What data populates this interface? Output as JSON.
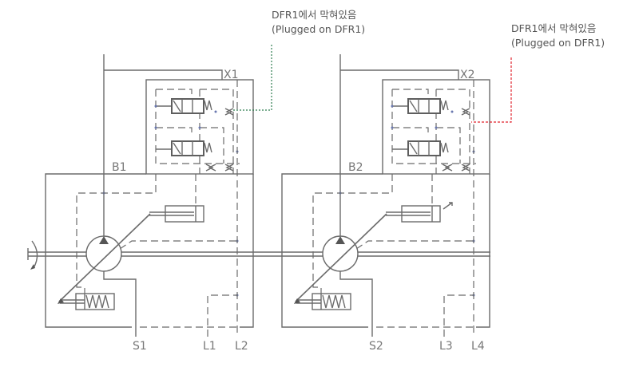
{
  "units": [
    {
      "port_x": "X1",
      "port_b": "B1",
      "port_s": "S1",
      "port_l1": "L1",
      "port_l2": "L2"
    },
    {
      "port_x": "X2",
      "port_b": "B2",
      "port_s": "S2",
      "port_l1": "L3",
      "port_l2": "L4"
    }
  ],
  "annotations": [
    {
      "korean": "DFR1에서 막혀있음",
      "english": "(Plugged on DFR1)",
      "leader_color": "#2e7d4f"
    },
    {
      "korean": "DFR1에서 막혀있음",
      "english": "(Plugged on DFR1)",
      "leader_color": "#e0202a"
    }
  ]
}
